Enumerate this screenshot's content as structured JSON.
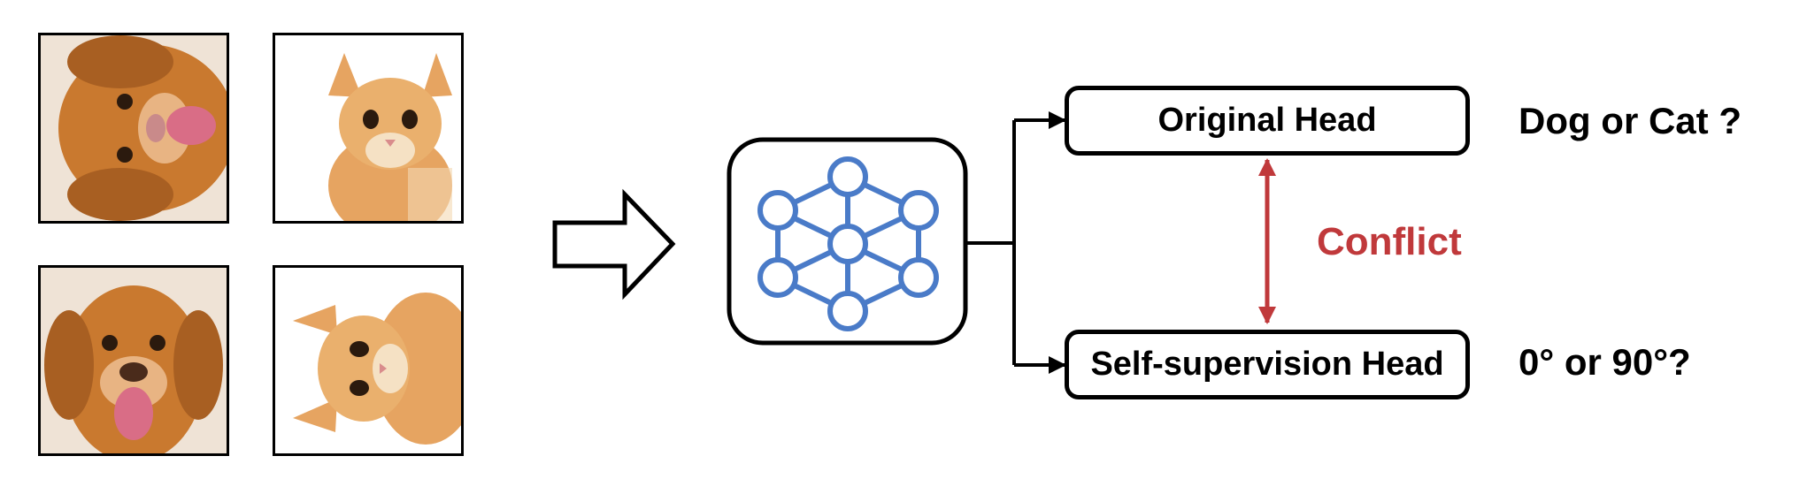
{
  "diagram": {
    "heads": {
      "original": "Original Head",
      "self_supervision": "Self-supervision Head"
    },
    "questions": {
      "original": "Dog or Cat ?",
      "self_supervision": "0° or 90°?"
    },
    "conflict": "Conflict",
    "colors": {
      "network": "#4a7bc8",
      "conflict": "#c0393b",
      "dog_fur": "#c9792f",
      "cat_fur": "#e6a461",
      "outline": "#000000"
    },
    "images": [
      {
        "animal": "dog",
        "rotation": "90°"
      },
      {
        "animal": "cat",
        "rotation": "0°"
      },
      {
        "animal": "dog",
        "rotation": "0°"
      },
      {
        "animal": "cat",
        "rotation": "90°"
      }
    ],
    "icons": [
      "input-arrow-icon",
      "neural-network-icon",
      "branch-arrows",
      "conflict-double-arrow-icon"
    ]
  }
}
